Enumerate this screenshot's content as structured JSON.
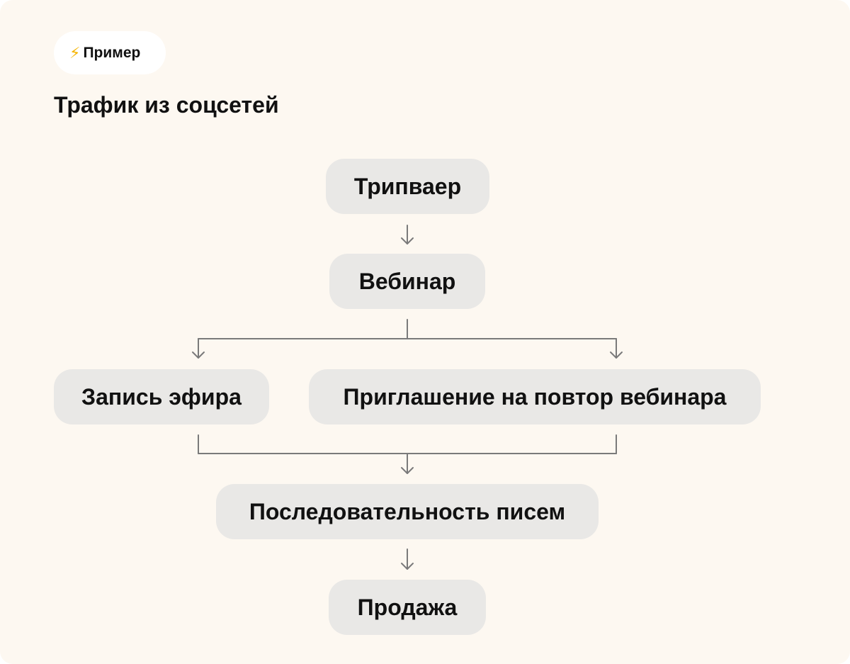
{
  "badge": {
    "icon": "lightning-icon",
    "label": "Пример"
  },
  "title": "Трафик из соцсетей",
  "colors": {
    "background": "#fdf8f1",
    "node_fill": "#e9e8e6",
    "badge_fill": "#ffffff",
    "connector": "#7a7a7a",
    "lightning": "#f5b400"
  },
  "flow": {
    "nodes": {
      "tripwire": "Трипваер",
      "webinar": "Вебинар",
      "record": "Запись эфира",
      "invite": "Приглашение на повтор вебинара",
      "emails": "Последовательность писем",
      "sale": "Продажа"
    },
    "edges": [
      [
        "tripwire",
        "webinar"
      ],
      [
        "webinar",
        "record"
      ],
      [
        "webinar",
        "invite"
      ],
      [
        "record",
        "emails"
      ],
      [
        "invite",
        "emails"
      ],
      [
        "emails",
        "sale"
      ]
    ]
  }
}
